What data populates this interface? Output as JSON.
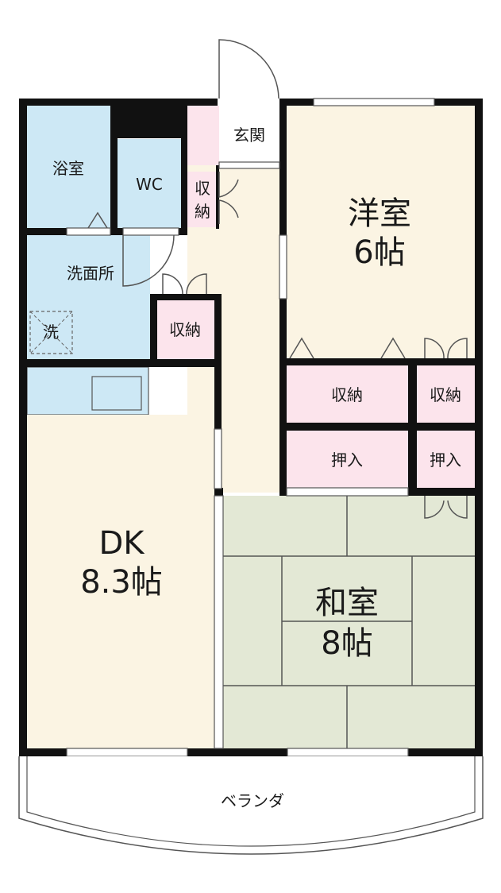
{
  "colors": {
    "wall": "#111111",
    "bath": "#cde8f5",
    "closet": "#fce4ec",
    "floor": "#fbf4e3",
    "tatami": "#e3e8d5",
    "balcony": "#ffffff"
  },
  "rooms": {
    "bath": "浴室",
    "wc": "WC",
    "entrance": "玄関",
    "western": {
      "name": "洋室",
      "size": "6帖"
    },
    "storage_small": "収納",
    "washroom": "洗面所",
    "washer": "洗",
    "storage_hall": "収納",
    "storage_west_1": "収納",
    "storage_west_2": "収納",
    "oshiire_1": "押入",
    "oshiire_2": "押入",
    "dk": {
      "name": "DK",
      "size": "8.3帖"
    },
    "washitsu": {
      "name": "和室",
      "size": "8帖"
    },
    "balcony": "ベランダ"
  }
}
